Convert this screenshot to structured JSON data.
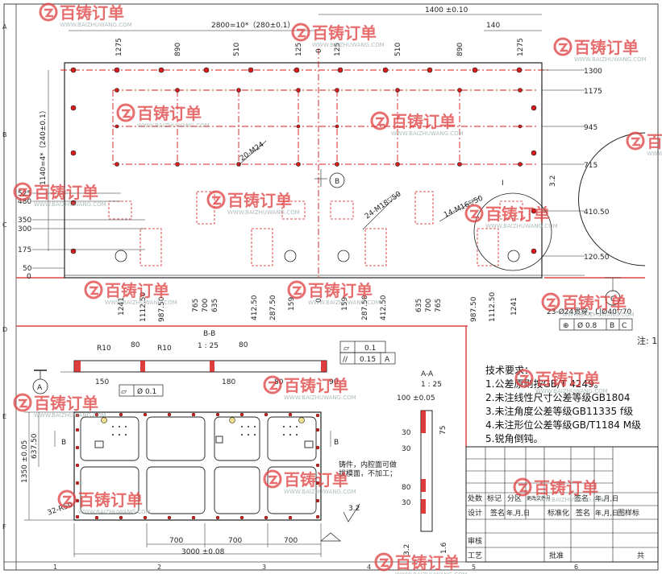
{
  "watermark": {
    "brand_cn": "百铸订单",
    "url": "WWW.BAIZHUWANG.COM",
    "color": "#e04545"
  },
  "colors": {
    "line": "#222222",
    "red": "#d81b1b",
    "frame": "#e04545"
  },
  "border": {
    "rows": [
      "A",
      "B",
      "C",
      "D",
      "E",
      "F"
    ],
    "cols": [
      "1",
      "2",
      "3",
      "4",
      "5",
      "6"
    ]
  },
  "top_view": {
    "dims_top": [
      "2800=10*（280±0.1）",
      "1400 ±0.10",
      "140"
    ],
    "x_ticks_top": [
      "1275",
      "510",
      "125",
      "0",
      "125",
      "510",
      "890",
      "1275",
      "890"
    ],
    "y_right": [
      "1300",
      "1175",
      "945",
      "715",
      "410.50",
      "120.50"
    ],
    "y_left": [
      "525",
      "480",
      "350",
      "300",
      "175",
      "50",
      "0"
    ],
    "left_dim": "1140=4*（240±0.1）",
    "x_ticks_bottom": [
      "1241",
      "1112.50",
      "987.50",
      "765",
      "700",
      "635",
      "412.50",
      "287.50",
      "159",
      "0",
      "159",
      "287.50",
      "412.50",
      "635",
      "700",
      "765",
      "987.50",
      "1112.50",
      "1241"
    ],
    "callouts": [
      "20-M24",
      "24-M18▽50",
      "14-M16▽50",
      "B",
      "I",
      "C",
      "3.2"
    ],
    "hole_callout": "23-Ø24贯穿，L|Ø40▽70",
    "position_tol": [
      "⊕",
      "Ø 0.8",
      "B",
      "C"
    ]
  },
  "section_bb": {
    "title": "B-B",
    "scale": "1 : 25",
    "labels": [
      "R10",
      "80",
      "R10",
      "80",
      "150",
      "180",
      "80",
      "90",
      "A"
    ],
    "flatness": "Ø 0.1",
    "tol_rows": [
      [
        "▱",
        "0.1"
      ],
      [
        "//",
        "0.15",
        "A"
      ]
    ]
  },
  "section_aa": {
    "title": "A-A",
    "scale": "1 : 25",
    "labels": [
      "100 ±0.05",
      "75",
      "30",
      "30",
      "80",
      "30",
      "1.6",
      "3.2"
    ]
  },
  "bottom_view": {
    "labels": [
      "637.50",
      "1350 ±0.05",
      "B",
      "B",
      "32-R50",
      "700",
      "700",
      "700",
      "3000 ±0.08",
      "3.2"
    ],
    "casting_note": "铸件，内腔面可做\n拔模面，不加工；"
  },
  "tech_req": {
    "title": "技术要求：",
    "items": [
      "1.公差原则按GB/T 4249。",
      "2.未注线性尺寸公差等级GB1804",
      "3.未注角度公差等级GB11335  f级",
      "4.未注形位公差等级GB/T1184  M级",
      "5.锐角倒钝。"
    ]
  },
  "side_note": "注: 1",
  "title_block": {
    "header": [
      "处数",
      "标记",
      "分区",
      "更改文件号",
      "签名",
      "年,月,日"
    ],
    "row2": [
      "设计",
      "签名",
      "年,月,日",
      "标准化",
      "签名",
      "年,月,日"
    ],
    "row3": [
      "审核"
    ],
    "row4": [
      "工艺",
      "批准"
    ],
    "right": [
      "图样标",
      "共"
    ]
  }
}
